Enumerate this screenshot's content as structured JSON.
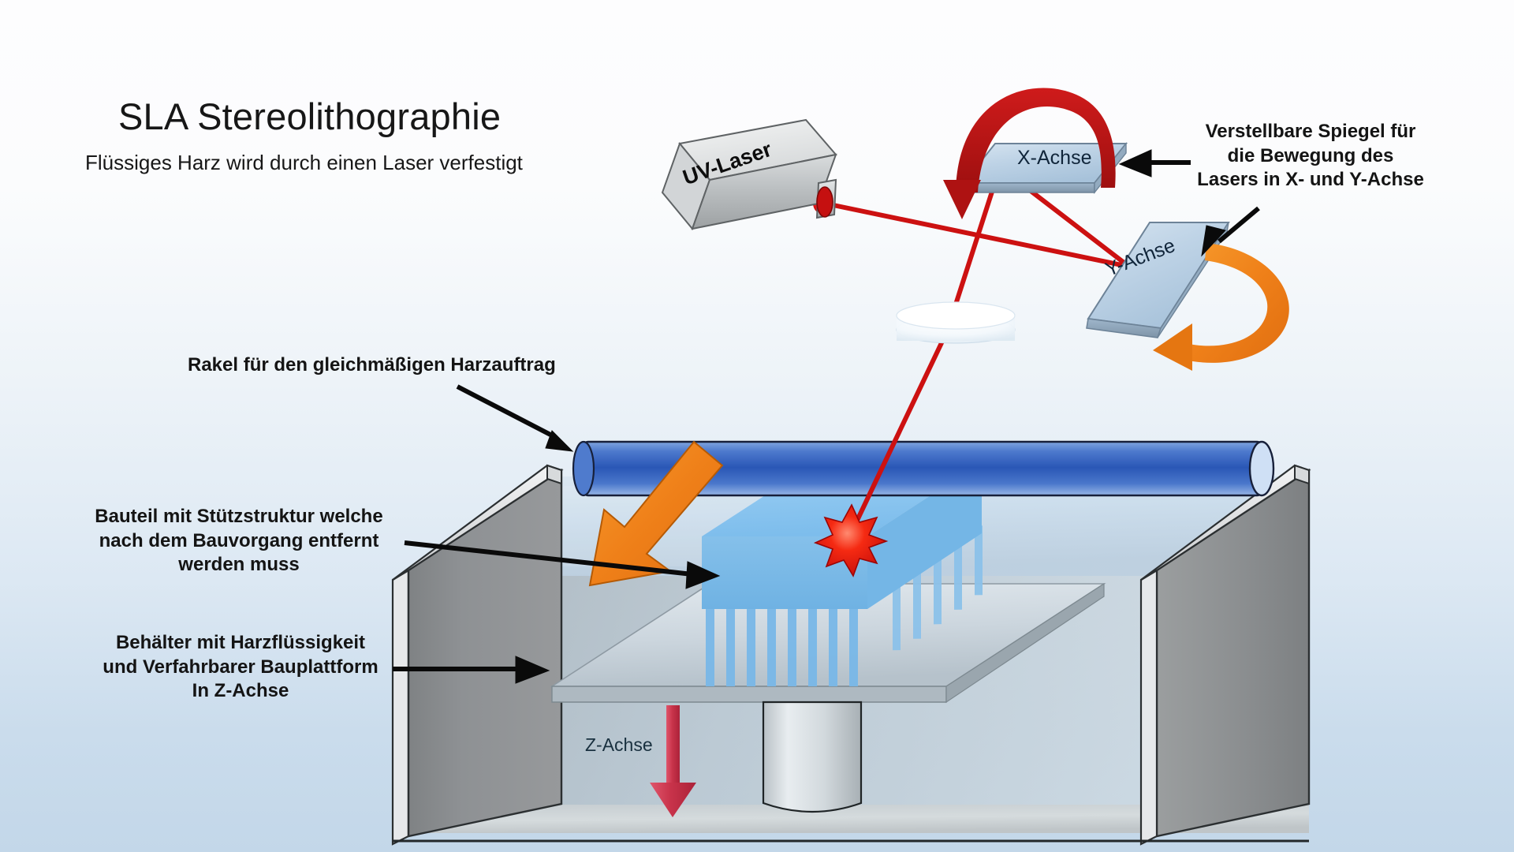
{
  "diagram": {
    "title": "SLA Stereolithographie",
    "subtitle": "Flüssiges Harz wird durch einen Laser verfestigt",
    "type": "technical-illustration",
    "subject": "Stereolithography (SLA) 3D printer cross-section"
  },
  "annotations": {
    "mirrors": "Verstellbare Spiegel für\ndie Bewegung des\nLasers in X- und Y-Achse",
    "recoater": "Rakel für den gleichmäßigen Harzauftrag",
    "part": "Bauteil mit Stützstruktur welche\nnach dem Bauvorgang entfernt\nwerden muss",
    "tank": "Behälter mit Harzflüssigkeit\nund Verfahrbarer Bauplattform\nIn Z-Achse"
  },
  "labels": {
    "laser": "UV-Laser",
    "x_axis": "X-Achse",
    "y_axis": "Y-Achse",
    "z_axis": "Z-Achse"
  },
  "colors": {
    "background_top": "#fdfdfe",
    "background_bottom": "#c3d7e9",
    "laser_beam": "#cc1111",
    "laser_body": "#c9cccd",
    "mirror_face": "#b9cfe2",
    "rotation_arrow_x": "#b01313",
    "rotation_arrow_y": "#e8801d",
    "recoater_arrow": "#ef8320",
    "recoater_roller": "#2f62c0",
    "part_body": "#84c2ee",
    "z_arrow": "#c8334a",
    "tank_metal": "#8d9093",
    "resin": "#c9dcea",
    "annotation_text": "#141414",
    "impact_star": "#e81111"
  }
}
